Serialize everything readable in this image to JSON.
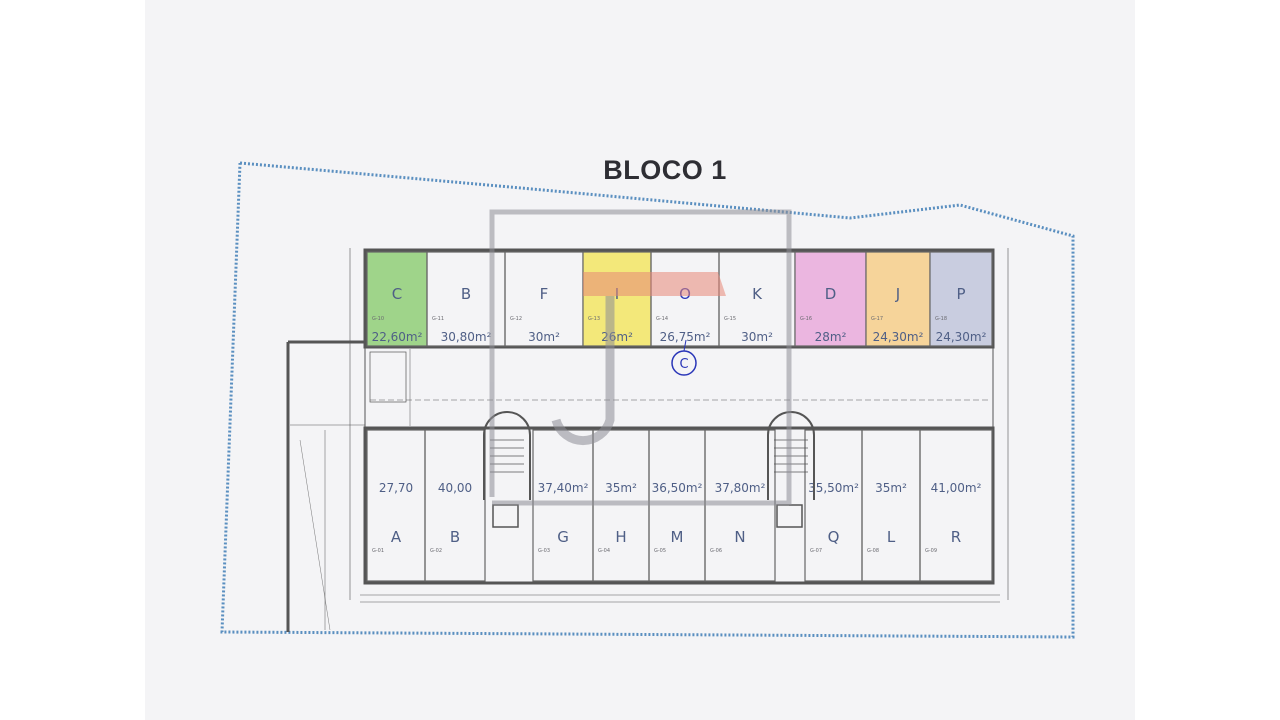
{
  "title": "BLOCO 1",
  "top_row": [
    {
      "letter": "C",
      "area": "22,60m²",
      "color": "#9fd48a",
      "code": "G-10"
    },
    {
      "letter": "B",
      "area": "30,80m²",
      "color": "",
      "code": "G-11"
    },
    {
      "letter": "F",
      "area": "30m²",
      "color": "",
      "code": "G-12"
    },
    {
      "letter": "I",
      "area": "26m²",
      "color": "#f3e87a",
      "code": "G-13"
    },
    {
      "letter": "O",
      "area": "26,75m²",
      "color": "",
      "code": "G-14"
    },
    {
      "letter": "K",
      "area": "30m²",
      "color": "",
      "code": "G-15"
    },
    {
      "letter": "D",
      "area": "28m²",
      "color": "#ebb6e0",
      "code": "G-16"
    },
    {
      "letter": "J",
      "area": "24,30m²",
      "color": "#f6d49a",
      "code": "G-17"
    },
    {
      "letter": "P",
      "area": "24,30m²",
      "color": "#c9cde0",
      "code": "G-18"
    }
  ],
  "bottom_row": [
    {
      "letter": "A",
      "area": "27,70",
      "code": "G-01"
    },
    {
      "letter": "B",
      "area": "40,00",
      "code": "G-02"
    },
    {
      "letter": "G",
      "area": "37,40m²",
      "code": "G-03"
    },
    {
      "letter": "H",
      "area": "35m²",
      "code": "G-04"
    },
    {
      "letter": "M",
      "area": "36,50m²",
      "code": "G-05"
    },
    {
      "letter": "N",
      "area": "37,80m²",
      "code": "G-06"
    },
    {
      "letter": "Q",
      "area": "35,50m²",
      "code": "G-07"
    },
    {
      "letter": "L",
      "area": "35m²",
      "code": "G-08"
    },
    {
      "letter": "R",
      "area": "41,00m²",
      "code": "G-09"
    }
  ],
  "circled_annotation": "C",
  "area_prefix": "m²",
  "watermark_logo": "J"
}
